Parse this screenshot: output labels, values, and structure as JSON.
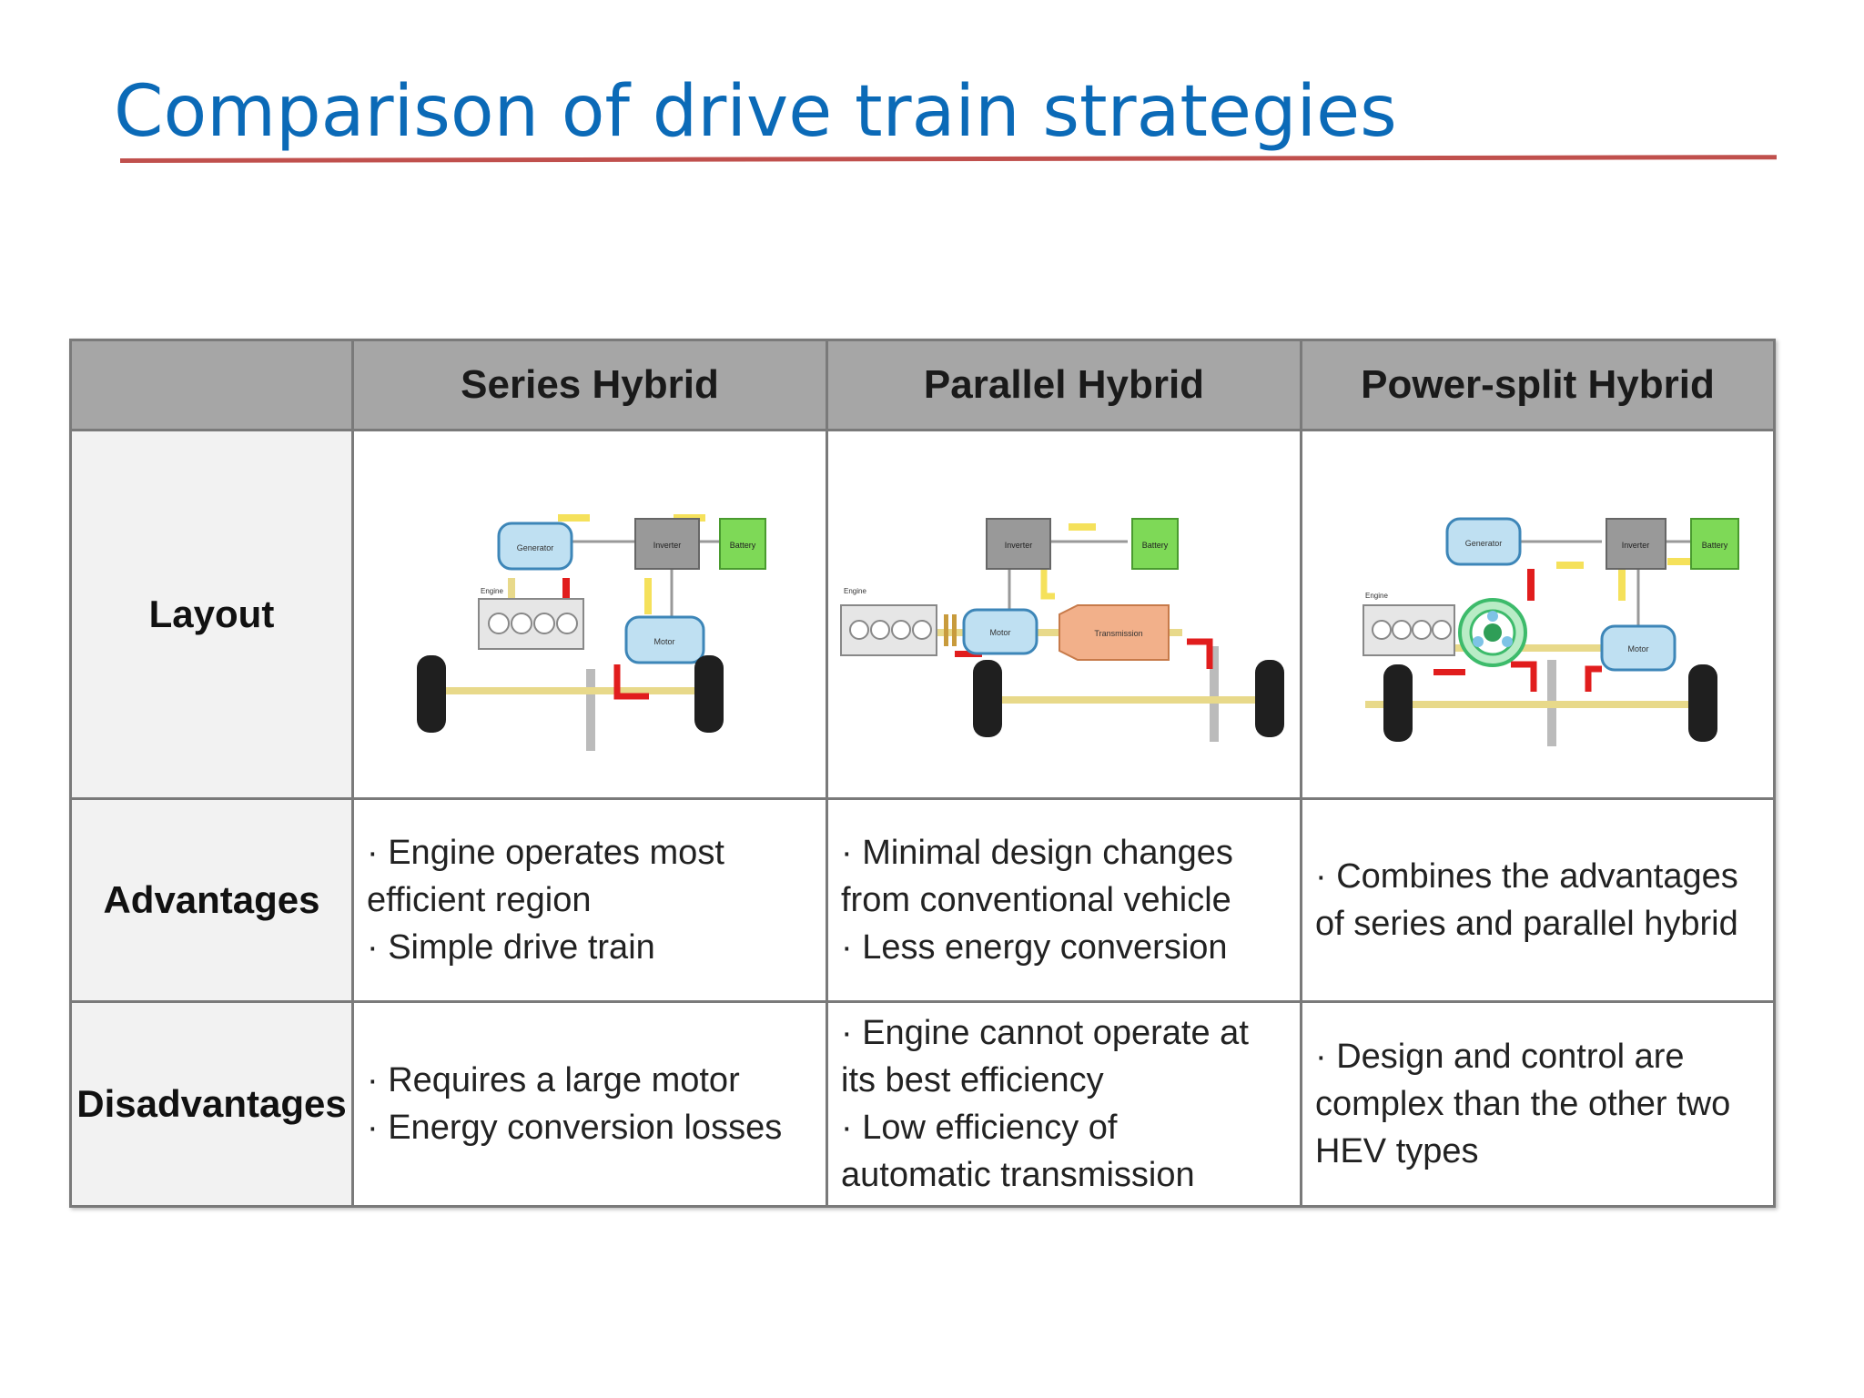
{
  "title": "Comparison of drive train strategies",
  "colors": {
    "title": "#0b6ab7",
    "rule": "#c0504d",
    "header_bg": "#a6a6a6",
    "row_head_bg": "#f2f2f2"
  },
  "table": {
    "columns": [
      "",
      "Series Hybrid",
      "Parallel Hybrid",
      "Power-split Hybrid"
    ],
    "rows": {
      "layout": {
        "label": "Layout"
      },
      "advantages": {
        "label": "Advantages",
        "series": [
          "· Engine operates most",
          "efficient region",
          "· Simple drive train"
        ],
        "parallel": [
          "· Minimal design changes",
          "from conventional vehicle",
          "· Less energy conversion"
        ],
        "power_split": [
          "·  Combines the advantages",
          "of series and parallel hybrid"
        ]
      },
      "disadvantages": {
        "label": "Disadvantages",
        "series": [
          "· Requires a large motor",
          "· Energy conversion losses"
        ],
        "parallel": [
          "·  Engine cannot operate at",
          "its best efficiency",
          "·  Low efficiency of",
          "automatic transmission"
        ],
        "power_split": [
          "· Design and control are",
          "complex than the other two",
          "HEV types"
        ]
      }
    }
  },
  "diagram_labels": {
    "generator": "Generator",
    "inverter": "Inverter",
    "battery": "Battery",
    "motor": "Motor",
    "engine": "Engine",
    "transmission": "Transmission"
  }
}
